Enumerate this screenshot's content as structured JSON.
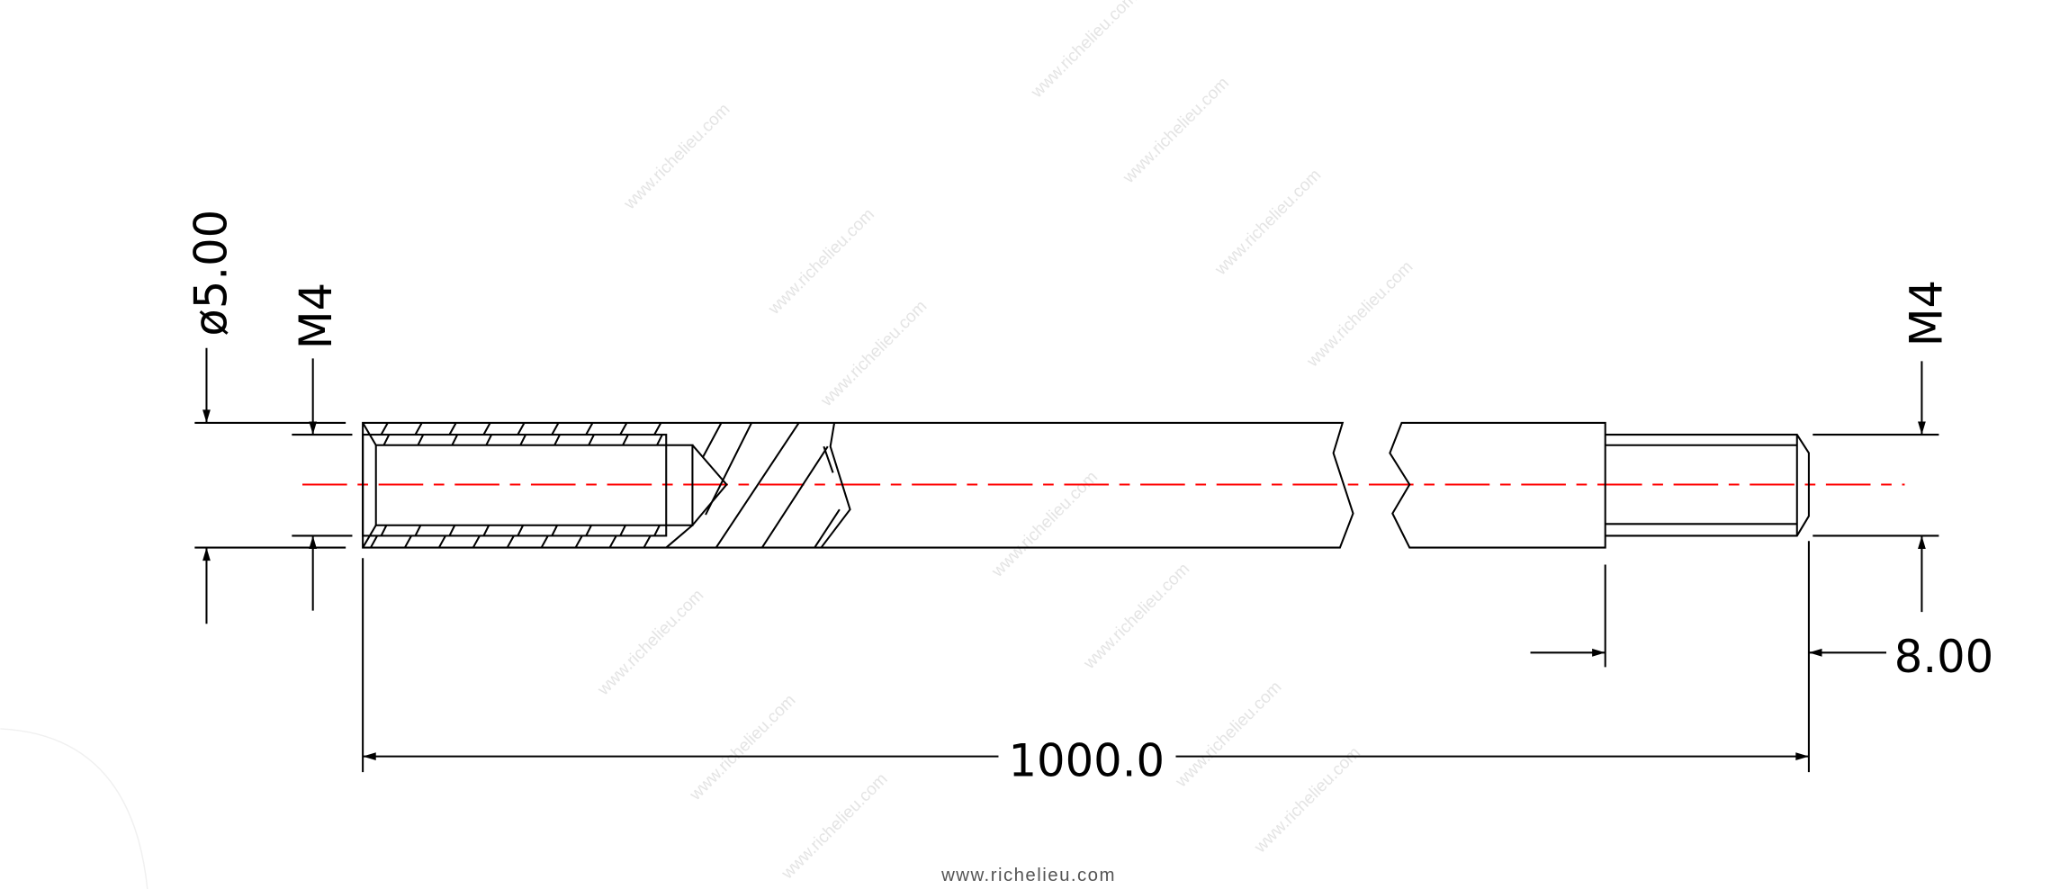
{
  "drawing": {
    "dimensions": {
      "diameter": "ø5.00",
      "thread_left": "M4",
      "thread_right": "M4",
      "stud_length": "8.00",
      "overall_length": "1000.0"
    },
    "watermark": "www.richelieu.com",
    "footer": "www.richelieu.com",
    "colors": {
      "outline": "#000000",
      "centerline": "#ff0000"
    }
  }
}
